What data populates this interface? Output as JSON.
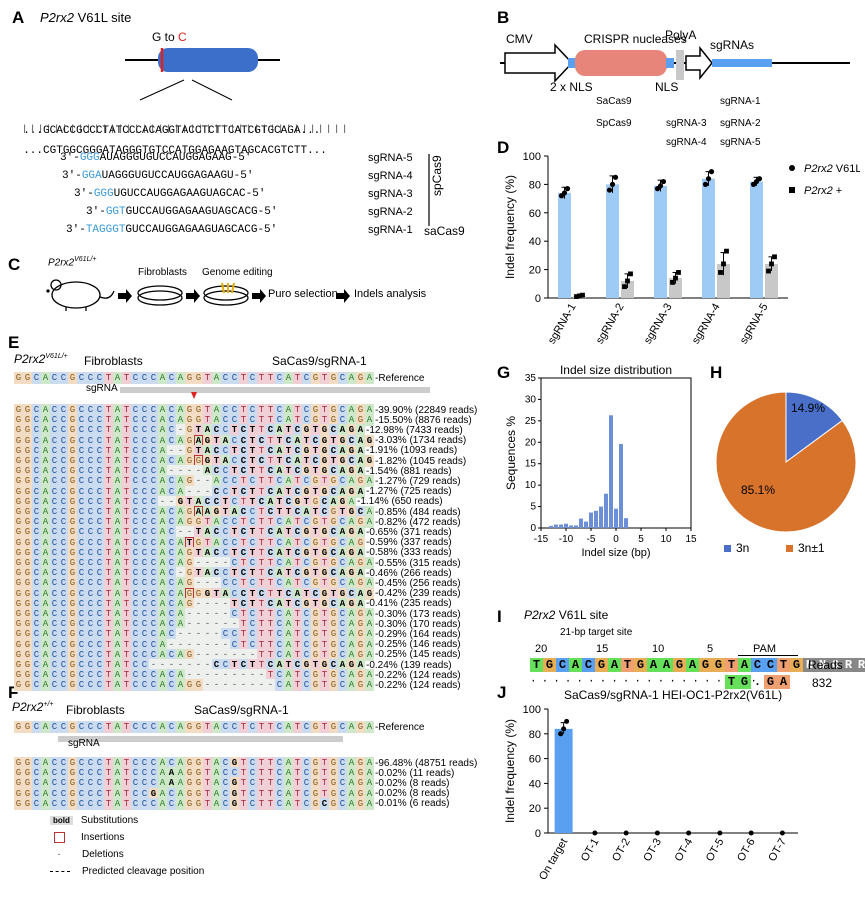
{
  "panels": {
    "A": "A",
    "B": "B",
    "C": "C",
    "D": "D",
    "E": "E",
    "F": "F",
    "G": "G",
    "H": "H",
    "I": "I",
    "J": "J"
  },
  "A": {
    "title_gene": "P2rx2",
    "title_rest": " V61L site",
    "gto_g": "G to ",
    "gto_c": "C",
    "top_seq": "GCACCGCCCTATCCCACAGGTACCTCTTCATCGTGCAGA",
    "bot_seq": "CGTGGCGGGATAGGGTGTCCATGGAGAAGTAGCACGTCTT",
    "guides": [
      {
        "prefix": "3′-",
        "pam": "GGG",
        "seq": "AUAGGGUGUCCAUGGAGAAG-5′",
        "name": "sgRNA-5"
      },
      {
        "prefix": "3′-",
        "pam": "GGA",
        "seq": "UAGGGUGUCCAUGGAGAAGU-5′",
        "name": "sgRNA-4"
      },
      {
        "prefix": "3′-",
        "pam": "GGG",
        "seq": "UGUCCAUGGAGAAGUAGCAC-5′",
        "name": "sgRNA-3"
      },
      {
        "prefix": "3′-",
        "pam": "GGT",
        "seq": "GUCCAUGGAGAAGUAGCACG-5′",
        "name": "sgRNA-2"
      },
      {
        "prefix": "3′-",
        "pam": "TAGGGT",
        "seq": "GUCCAUGGAGAAGUAGCACG-5′",
        "name": "sgRNA-1"
      }
    ],
    "spcas9": "spCas9",
    "sacas9": "saCas9"
  },
  "B": {
    "cmv": "CMV",
    "crispr": "CRISPR  nucleases",
    "polya": "PolyA",
    "nls2": "2 x NLS",
    "nls": "NLS",
    "sgrnas": "sgRNAs",
    "rows": [
      {
        "enz": "SaCas9",
        "guides_left": "",
        "guides_right": "sgRNA-1"
      },
      {
        "enz": "SpCas9",
        "guides_left": "sgRNA-3",
        "guides_right": "sgRNA-2"
      },
      {
        "enz": "",
        "guides_left": "sgRNA-4",
        "guides_right": "sgRNA-5"
      }
    ]
  },
  "C": {
    "mouse": "P2rx2",
    "mouse_sup": "V61L/+",
    "fibro": "Fibroblasts",
    "edit": "Genome editing",
    "puro": "Puro selection",
    "indels": "Indels analysis"
  },
  "E": {
    "gene": "P2rx2",
    "sup": "V61L/+",
    "cells": "Fibroblasts",
    "enzyme": "SaCas9/sgRNA-1",
    "reference_label": "Reference",
    "sgrna_label": "sgRNA",
    "reference": "GGCACCGCCCTATCCCACAGGTACCTCTTCATCGTGCAGA",
    "rows": [
      {
        "seq": "GGCACCGCCCTATCCCACAGGTACCTCTTCATCGTGCAGA",
        "pct": "39.90% (22849 reads)"
      },
      {
        "seq": "GGCACCGCCCTATCCCACAGGTACCTCTTCATCGTGCAGA",
        "pct": "15.50% (8876 reads)"
      },
      {
        "seq": "GGCACCGCCCTATCCCAC-GTACCTCTTCATCGTGCAGA",
        "pct": "12.98% (7433 reads)"
      },
      {
        "seq": "GGCACCGCCCTATCCCACAGAGTACCTCTTCATCGTGCAG",
        "pct": "3.03% (1734 reads)"
      },
      {
        "seq": "GGCACCGCCCTATCCCA--GTACCTCTTCATCGTGCAGA",
        "pct": "1.91% (1093 reads)"
      },
      {
        "seq": "GGCACCGCCCTATCCCACAGGGTACCTCTTCATCGTGCAG",
        "pct": "1.82% (1045 reads)"
      },
      {
        "seq": "GGCACCGCCCTATCCCA----ACCTCTTCATCGTGCAGA",
        "pct": "1.54% (881 reads)"
      },
      {
        "seq": "GGCACCGCCCTATCCCACAG--ACCTCTTCATCGTGCAGA",
        "pct": "1.27% (729 reads)"
      },
      {
        "seq": "GGCACCGCCCTATCCCACA---CCTCTTCATCGTGCAGA",
        "pct": "1.27% (725 reads)"
      },
      {
        "seq": "GGCACCGCCCTATCCC--GTACCTCTTCATCGTGCAGA",
        "pct": "1.14% (650 reads)"
      },
      {
        "seq": "GGCACCGCCCTATCCCACAGAAGTACCTCTTCATCGTGCA",
        "pct": "0.85% (484 reads)"
      },
      {
        "seq": "GGCACCGCCCTATCCCACAGGTACCTCTTCATCGTGCAGA",
        "pct": "0.82% (472 reads)"
      },
      {
        "seq": "GGCACCGCCCTATCCCAC--TACCTCTTCATCGTGCAGA",
        "pct": "0.65% (371 reads)"
      },
      {
        "seq": "GGCACCGCCCTATCCCACATGTACCTCTTCATCGTGCAG",
        "pct": "0.59% (337 reads)"
      },
      {
        "seq": "GGCACCGCCCTATCCCACAGTACCTCTTCATCGTGCAGA",
        "pct": "0.58% (333 reads)"
      },
      {
        "seq": "GGCACCGCCCTATCCCACAG----CTCTTCATCGTGCAGA",
        "pct": "0.55% (315 reads)"
      },
      {
        "seq": "GGCACCGCCCTATCCCAC-GTACCTCTTCATCGTGCAGA",
        "pct": "0.46% (266 reads)"
      },
      {
        "seq": "GGCACCGCCCTATCCCACAG---CCTCTTCATCGTGCAGA",
        "pct": "0.45% (256 reads)"
      },
      {
        "seq": "GGCACCGCCCTATCCCACAGGGTACCTCTTCATCGTGCAG",
        "pct": "0.42% (239 reads)"
      },
      {
        "seq": "GGCACCGCCCTATCCCACAG----TCTTCATCGTGCAGA",
        "pct": "0.41% (235 reads)"
      },
      {
        "seq": "GGCACCGCCCTATCCCACA-----CTCTTCATCGTGCAGA",
        "pct": "0.30% (173 reads)"
      },
      {
        "seq": "GGCACCGCCCTATCCCACA------TCTTCATCGTGCAGA",
        "pct": "0.30% (170 reads)"
      },
      {
        "seq": "GGCACCGCCCTATCCCAC-----CCTCTTCATCGTGCAGA",
        "pct": "0.29% (164 reads)"
      },
      {
        "seq": "GGCACCGCCCTATCCCA-------CTCTTCATCGTGCAGA",
        "pct": "0.25% (146 reads)"
      },
      {
        "seq": "GGCACCGCCCTATCCCACAG-------TTCATCGTGCAGA",
        "pct": "0.25% (145 reads)"
      },
      {
        "seq": "GGCACCGCCCTATCC-------CCTCTTCATCGTGCAGA",
        "pct": "0.24% (139 reads)"
      },
      {
        "seq": "GGCACCGCCCTATCCCACA---------TCATCGTGCAGA",
        "pct": "0.22% (124 reads)"
      },
      {
        "seq": "GGCACCGCCCTATCCCACAGG--------CATCGTGCAGA",
        "pct": "0.22% (124 reads)"
      }
    ]
  },
  "F": {
    "gene": "P2rx2",
    "sup": "+/+",
    "cells": "Fibroblasts",
    "enzyme": "SaCas9/sgRNA-1",
    "reference_label": "Reference",
    "sgrna_label": "sgRNA",
    "reference": "GGCACCGCCCTATCCCACAGGTACCTCTTCATCGTGCAGA",
    "rows": [
      {
        "seq": "GGCACCGCCCTATCCCACAGGTACGTCTTCATCGTGCAGA",
        "pct": "96.48% (48751 reads)"
      },
      {
        "seq": "GGCACCGCCCTATCCCAAAGGTACCTCTTCATCGTGCAGA",
        "pct": "0.02% (11 reads)"
      },
      {
        "seq": "GGCACCGCCCTATCCCAAAGGTACGTCTTCATCGTGCAGA",
        "pct": "0.02% (8 reads)"
      },
      {
        "seq": "GGCACCGCCCTATCCGACAGGTACGTCTTCATCGTGCAGA",
        "pct": "0.02% (8 reads)"
      },
      {
        "seq": "GGCACCGCCCTATCCCACAGGTACGTCTTCATCGCGCAGA",
        "pct": "0.01% (6 reads)"
      }
    ],
    "legend": {
      "bold": "bold",
      "substitutions": "Substitutions",
      "insertions": "Insertions",
      "deletions": "Deletions",
      "cleavage": "Predicted cleavage position"
    }
  },
  "I": {
    "gene": "P2rx2",
    "rest": " V61L site",
    "target_label": "21-bp target site",
    "pam": "PAM",
    "numbers": [
      "20",
      "15",
      "10",
      "5"
    ],
    "target": "TGCACGATGAAGAGGTACCTGNNGRRT",
    "reads_label": "Reads",
    "read_seq_dots": "·····················",
    "read_seq_tail": "TG.GA",
    "read_count": "832"
  },
  "chart_data": [
    {
      "id": "D",
      "type": "bar",
      "categories": [
        "sgRNA-1",
        "sgRNA-2",
        "sgRNA-3",
        "sgRNA-4",
        "sgRNA-5"
      ],
      "ylabel": "Indel frequency (%)",
      "ylim": [
        0,
        100
      ],
      "yticks": [
        0,
        20,
        40,
        60,
        80,
        100
      ],
      "series": [
        {
          "name": "P2rx2 V61L",
          "color": "#9ecbf5",
          "values": [
            74,
            80,
            79,
            84,
            82
          ],
          "points": [
            [
              72,
              74,
              77
            ],
            [
              76,
              80,
              85
            ],
            [
              77,
              79,
              82
            ],
            [
              80,
              84,
              89
            ],
            [
              80,
              82,
              84
            ]
          ],
          "err": [
            4,
            6,
            4,
            5,
            3
          ]
        },
        {
          "name": "P2rx2 +",
          "color": "#c8c8c8",
          "values": [
            1.5,
            12,
            14,
            24,
            24
          ],
          "points": [
            [
              1,
              1.5,
              2
            ],
            [
              8,
              12,
              17
            ],
            [
              11,
              14,
              18
            ],
            [
              18,
              24,
              33
            ],
            [
              19,
              24,
              29
            ]
          ],
          "err": [
            0.5,
            5,
            4,
            8,
            5
          ]
        }
      ],
      "legend": [
        {
          "gene": "P2rx2",
          "suffix": " V61L"
        },
        {
          "gene": "P2rx2",
          "suffix": " +"
        }
      ]
    },
    {
      "id": "G",
      "type": "bar",
      "title": "Indel size distribution",
      "xlabel": "Indel size (bp)",
      "ylabel": "Sequences %",
      "xlim": [
        -15,
        15
      ],
      "ylim": [
        0,
        35
      ],
      "xticks": [
        -15,
        -10,
        -5,
        0,
        5,
        10,
        15
      ],
      "yticks": [
        0,
        5,
        10,
        15,
        20,
        25,
        30,
        35
      ],
      "x": [
        -13,
        -12,
        -11,
        -10,
        -9,
        -8,
        -7,
        -6,
        -5,
        -4,
        -3,
        -2,
        -1,
        0,
        1,
        2
      ],
      "values": [
        0.5,
        0.8,
        0.8,
        1,
        0.6,
        0.6,
        2.2,
        1.5,
        3.6,
        4,
        5,
        8,
        26.3,
        4.5,
        19.6,
        2.3
      ]
    },
    {
      "id": "H",
      "type": "pie",
      "slices": [
        {
          "label": "3n",
          "value": 14.9,
          "text": "14.9%",
          "color": "#4a6fc9"
        },
        {
          "label": "3n±1",
          "value": 85.1,
          "text": "85.1%",
          "color": "#d8732c"
        }
      ]
    },
    {
      "id": "J",
      "type": "bar",
      "title": "SaCas9/sgRNA-1 HEI-OC1-P2rx2(V61L)",
      "categories": [
        "On target",
        "OT-1",
        "OT-2",
        "OT-3",
        "OT-4",
        "OT-5",
        "OT-6",
        "OT-7"
      ],
      "values": [
        84,
        0,
        0,
        0,
        0,
        0,
        0,
        0
      ],
      "points": [
        [
          80,
          84,
          90
        ],
        [
          0
        ],
        [
          0
        ],
        [
          0
        ],
        [
          0
        ],
        [
          0
        ],
        [
          0
        ],
        [
          0
        ]
      ],
      "ylabel": "Indel frequency (%)",
      "ylim": [
        0,
        100
      ],
      "yticks": [
        0,
        20,
        40,
        60,
        80,
        100
      ],
      "color": "#5aa0f0"
    }
  ]
}
